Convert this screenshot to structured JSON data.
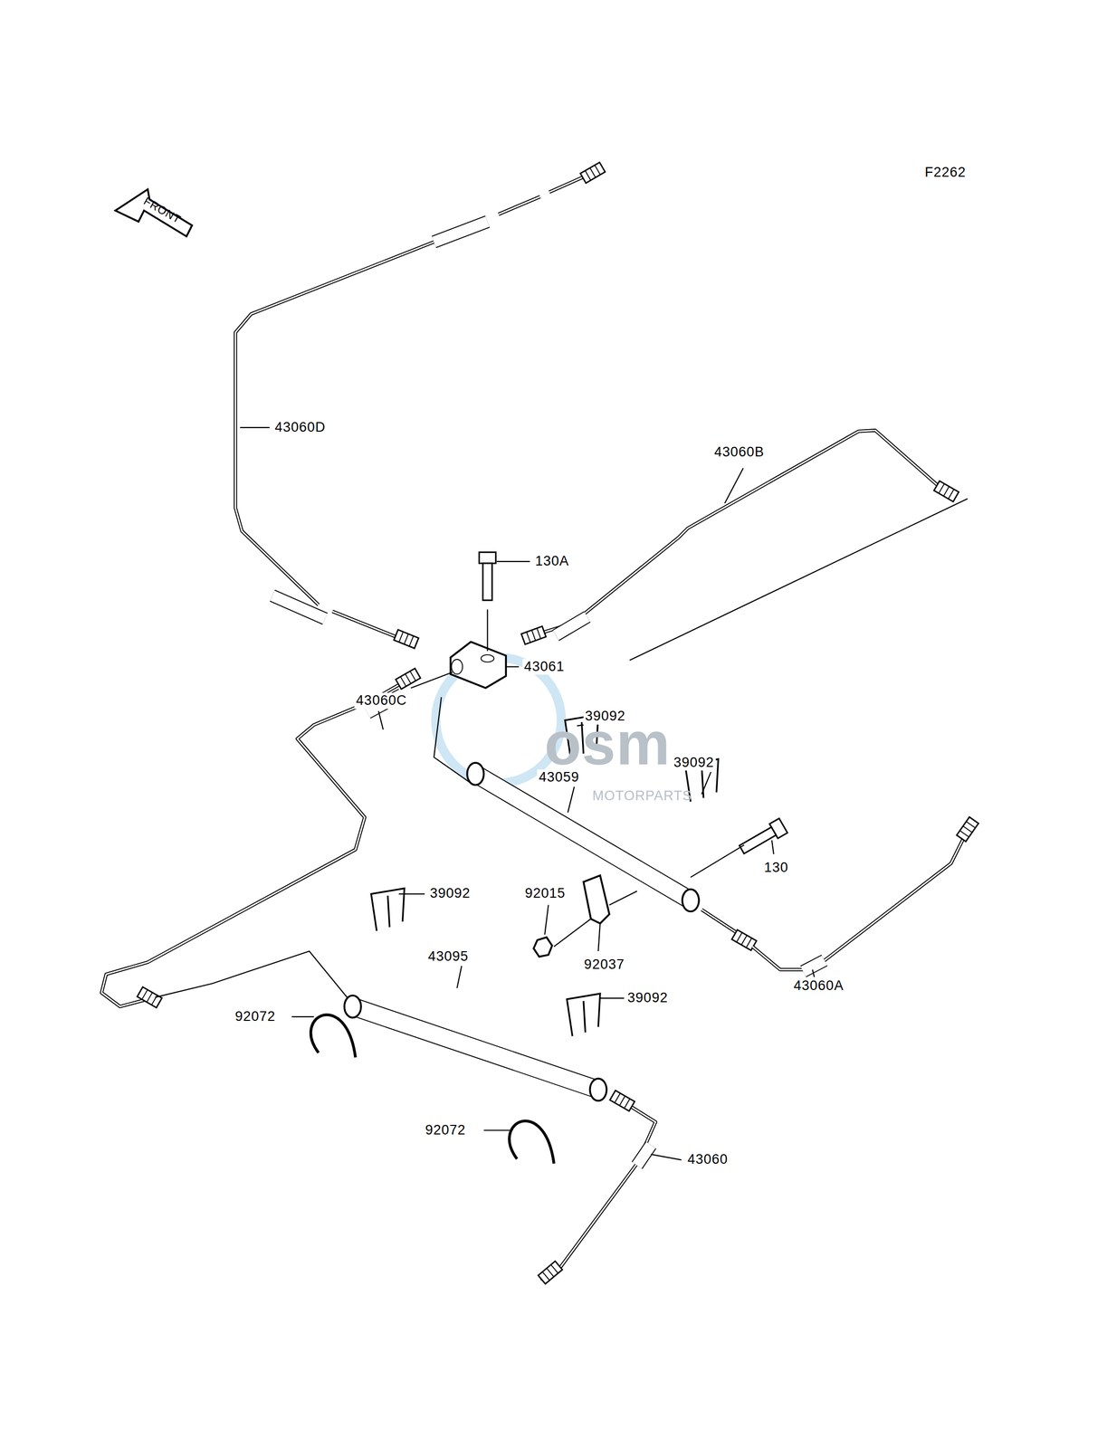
{
  "diagram": {
    "labels": [
      "F2262",
      "FRONT",
      "43060D",
      "43060B",
      "130A",
      "43061",
      "43060C",
      "39092",
      "43059",
      "39092",
      "130",
      "92015",
      "92037",
      "43060A",
      "39092",
      "43095",
      "39092",
      "92072",
      "92072",
      "43060",
      "osm",
      "MOTORPARTS"
    ]
  }
}
